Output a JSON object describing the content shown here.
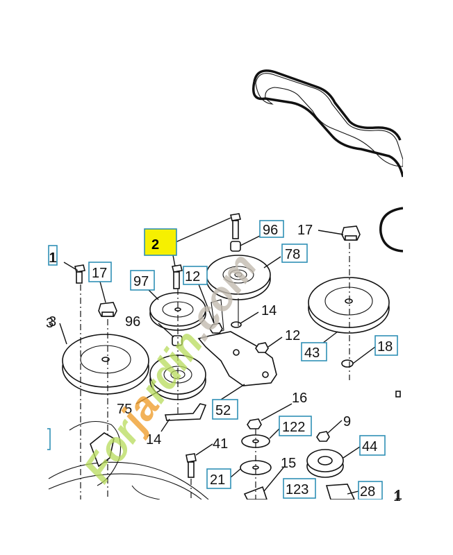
{
  "watermark": {
    "segments": [
      {
        "text": "For",
        "tone": "green"
      },
      {
        "text": "ja",
        "tone": "orange"
      },
      {
        "text": "rdin",
        "tone": "green"
      },
      {
        "text": ".com",
        "tone": "taupe"
      }
    ]
  },
  "callouts": {
    "c1": "1",
    "c2": "2",
    "c3": "3",
    "c9": "9",
    "c12a": "12",
    "c12b": "12",
    "c14a": "14",
    "c14b": "14",
    "c15": "15",
    "c16": "16",
    "c17a": "17",
    "c17b": "17",
    "c18": "18",
    "c21": "21",
    "c28": "28",
    "c41": "41",
    "c43": "43",
    "c44": "44",
    "c52": "52",
    "c75": "75",
    "c78": "78",
    "c96a": "96",
    "c96b": "96",
    "c97": "97",
    "c122": "122",
    "c123": "123",
    "c1b": "1"
  },
  "colors": {
    "highlight": "#f6f000",
    "callout_border": "#2f8fb5",
    "watermark_green": "#b8dc5c",
    "watermark_orange": "#f0a030",
    "watermark_taupe": "#c2bbb0"
  }
}
